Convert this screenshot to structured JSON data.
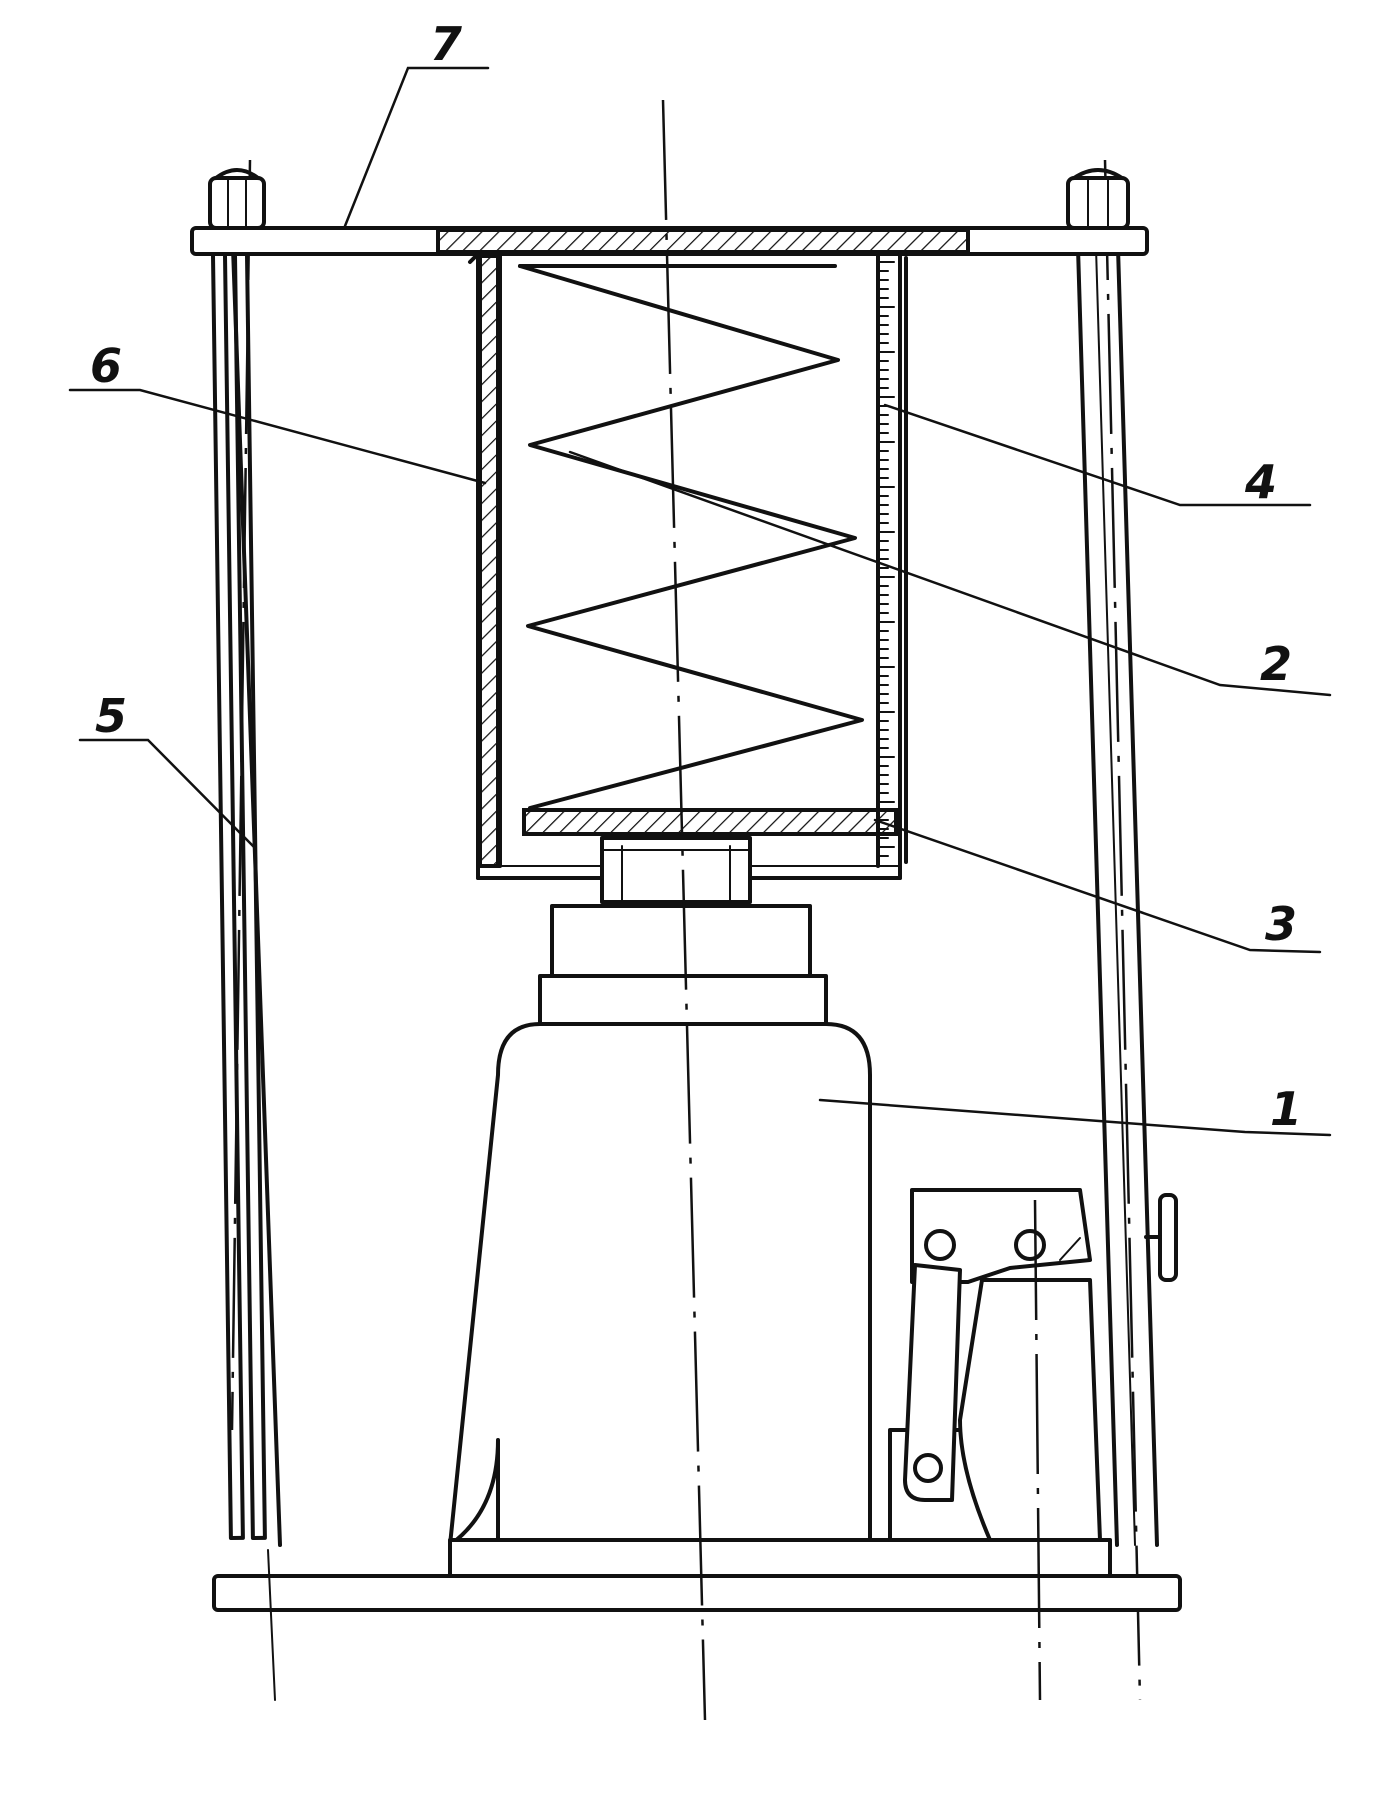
{
  "diagram": {
    "labels": [
      {
        "id": "label-1",
        "text": "1"
      },
      {
        "id": "label-2",
        "text": "2"
      },
      {
        "id": "label-3",
        "text": "3"
      },
      {
        "id": "label-4",
        "text": "4"
      },
      {
        "id": "label-5",
        "text": "5"
      },
      {
        "id": "label-6",
        "text": "6"
      },
      {
        "id": "label-7",
        "text": "7"
      }
    ]
  }
}
